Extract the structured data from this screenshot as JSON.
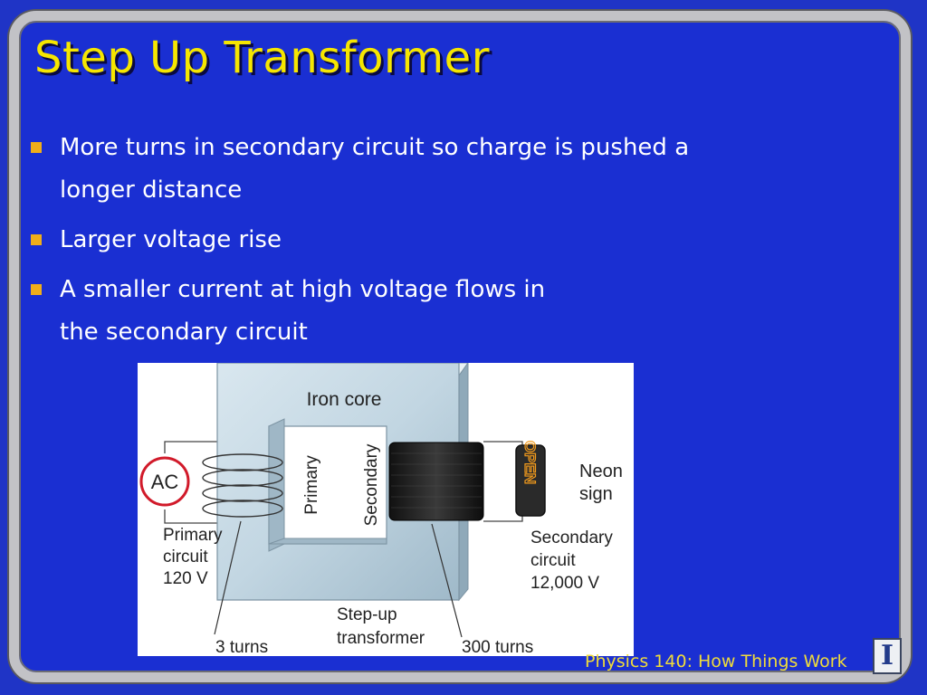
{
  "slide": {
    "title": "Step Up Transformer",
    "bullets": [
      {
        "lines": [
          "More turns in secondary circuit so charge is pushed a",
          "longer distance"
        ]
      },
      {
        "lines": [
          "Larger voltage rise"
        ]
      },
      {
        "lines": [
          "A smaller current at high voltage flows in",
          "the secondary circuit"
        ]
      }
    ],
    "footer": "Physics 140: How Things Work",
    "logo_letter": "I"
  },
  "diagram": {
    "iron_core_label": "Iron core",
    "primary_coil_label": "Primary",
    "secondary_coil_label": "Secondary",
    "ac_source_label": "AC",
    "neon_sign_word": "OPEN",
    "neon_sign_label": [
      "Neon",
      "sign"
    ],
    "primary_circuit_label": [
      "Primary",
      "circuit",
      "120 V"
    ],
    "secondary_circuit_label": [
      "Secondary",
      "circuit",
      "12,000 V"
    ],
    "primary_turns_label": "3 turns",
    "secondary_turns_label": "300 turns",
    "transformer_label": [
      "Step-up",
      "transformer"
    ]
  },
  "colors": {
    "background": "#1f34c6",
    "title": "#f6e600",
    "bullet_marker": "#f0ae1a",
    "footer_text": "#f0dc3a",
    "ac_circle": "#d11a2a",
    "neon_text": "#f39b1c",
    "core_face": "#c9dbe6"
  }
}
